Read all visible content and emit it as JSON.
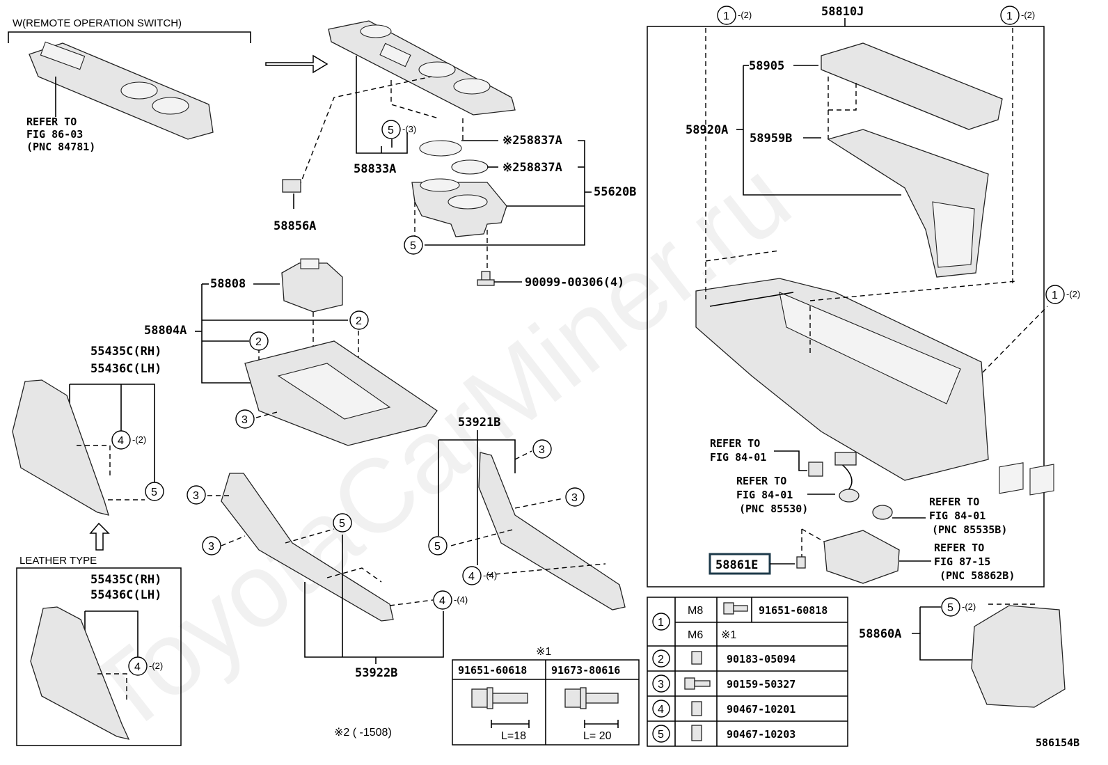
{
  "figure_code": "586154B",
  "watermark": "ToyotaCarMiner.ru",
  "remote_switch_caption": "W(REMOTE OPERATION SWITCH)",
  "leather_type_caption": "LEATHER TYPE",
  "note_star1": "※1",
  "note_star2": "※2 (       -1508)",
  "labels": {
    "p58833A": "58833A",
    "p58837A_1": "※258837A",
    "p58837A_2": "※258837A",
    "p55620B": "55620B",
    "p58856A": "58856A",
    "p90099": "90099-00306(4)",
    "p58808": "58808",
    "p58804A": "58804A",
    "p55435C": "55435C(RH)",
    "p55436C": "55436C(LH)",
    "p55435C_l": "55435C(RH)",
    "p55436C_l": "55436C(LH)",
    "p53921B": "53921B",
    "p53922B": "53922B",
    "p58810J": "58810J",
    "p58905": "58905",
    "p58920A": "58920A",
    "p58959B": "58959B",
    "p58861E": "58861E",
    "p58860A": "58860A"
  },
  "refers": {
    "r1": [
      "REFER TO",
      "FIG 86-03",
      "(PNC 84781)"
    ],
    "r2": [
      "REFER TO",
      "FIG 84-01"
    ],
    "r3": [
      "REFER TO",
      "FIG 84-01",
      "(PNC 85530)"
    ],
    "r4": [
      "REFER TO",
      "FIG 84-01",
      "(PNC 85535B)"
    ],
    "r5": [
      "REFER TO",
      "FIG 87-15",
      "(PNC 58862B)"
    ]
  },
  "callouts": {
    "c5_3": {
      "n": "5",
      "q": "-(3)"
    },
    "c5_cup": {
      "n": "5",
      "q": ""
    },
    "c2_a": {
      "n": "2",
      "q": ""
    },
    "c2_b": {
      "n": "2",
      "q": ""
    },
    "c3_a": {
      "n": "3",
      "q": ""
    },
    "c4_side": {
      "n": "4",
      "q": "-(2)"
    },
    "c5_side": {
      "n": "5",
      "q": ""
    },
    "c4_leather": {
      "n": "4",
      "q": "-(2)"
    },
    "c3_b": {
      "n": "3",
      "q": ""
    },
    "c3_c": {
      "n": "3",
      "q": ""
    },
    "c5_mid": {
      "n": "5",
      "q": ""
    },
    "c4_mid": {
      "n": "4",
      "q": "-(4)"
    },
    "c3_d": {
      "n": "3",
      "q": ""
    },
    "c3_e": {
      "n": "3",
      "q": ""
    },
    "c5_r": {
      "n": "5",
      "q": ""
    },
    "c4_r": {
      "n": "4",
      "q": "-(4)"
    },
    "c1_a": {
      "n": "1",
      "q": "-(2)"
    },
    "c1_b": {
      "n": "1",
      "q": "-(2)"
    },
    "c1_c": {
      "n": "1",
      "q": "-(2)"
    },
    "c5_rear": {
      "n": "5",
      "q": "-(2)"
    }
  },
  "star_table": {
    "headers": [
      "91651-60618",
      "91673-80616"
    ],
    "lengths": [
      "L=18",
      "L= 20"
    ]
  },
  "fastener_table": [
    {
      "num": "1",
      "size": "M8",
      "part": "91651-60818",
      "icon": "bolt-icon"
    },
    {
      "num": "",
      "size": "M6",
      "part": "※1",
      "icon": ""
    },
    {
      "num": "2",
      "size": "",
      "part": "90183-05094",
      "icon": "clip-icon"
    },
    {
      "num": "3",
      "size": "",
      "part": "90159-50327",
      "icon": "screw-icon"
    },
    {
      "num": "4",
      "size": "",
      "part": "90467-10201",
      "icon": "clip-icon"
    },
    {
      "num": "5",
      "size": "",
      "part": "90467-10203",
      "icon": "clip-icon"
    }
  ]
}
